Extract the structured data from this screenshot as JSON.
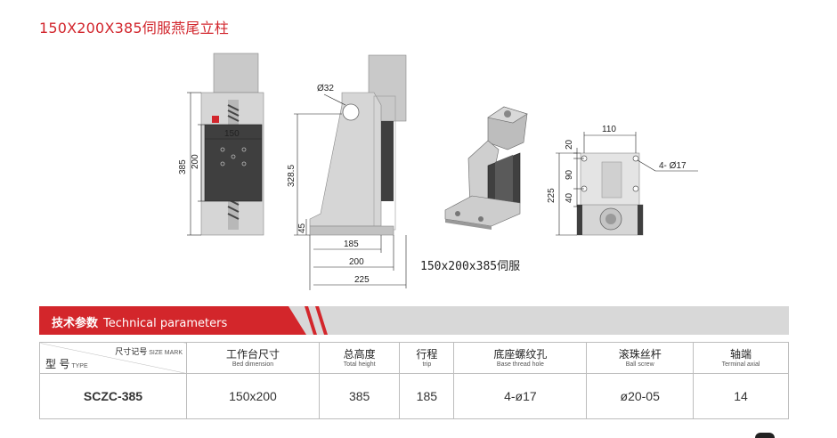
{
  "title": "150X200X385伺服燕尾立柱",
  "drawings": {
    "front": {
      "width": "150",
      "height": "200",
      "total": "385"
    },
    "side": {
      "hole": "Ø32",
      "height": "328.5",
      "base_h": "45",
      "d1": "185",
      "d2": "200",
      "d3": "225"
    },
    "top": {
      "width": "110",
      "h1": "20",
      "h2": "90",
      "h3": "40",
      "total": "225",
      "hole": "4-  Ø17"
    },
    "caption": "150x200x385伺服"
  },
  "banner": {
    "title_cn": "技术参数",
    "title_en": "Technical parameters"
  },
  "table": {
    "corner": {
      "size_cn": "尺寸记号",
      "size_en": "SIZE MARK",
      "type_cn": "型 号",
      "type_en": "TYPE"
    },
    "headers": [
      {
        "cn": "工作台尺寸",
        "en": "Bed dimension"
      },
      {
        "cn": "总高度",
        "en": "Total height"
      },
      {
        "cn": "行程",
        "en": "trip"
      },
      {
        "cn": "底座螺纹孔",
        "en": "Base thread hole"
      },
      {
        "cn": "滚珠丝杆",
        "en": "Ball screw"
      },
      {
        "cn": "轴端",
        "en": "Terminal axial"
      }
    ],
    "row": [
      "SCZC-385",
      "150x200",
      "385",
      "185",
      "4-ø17",
      "ø20-05",
      "14"
    ]
  }
}
